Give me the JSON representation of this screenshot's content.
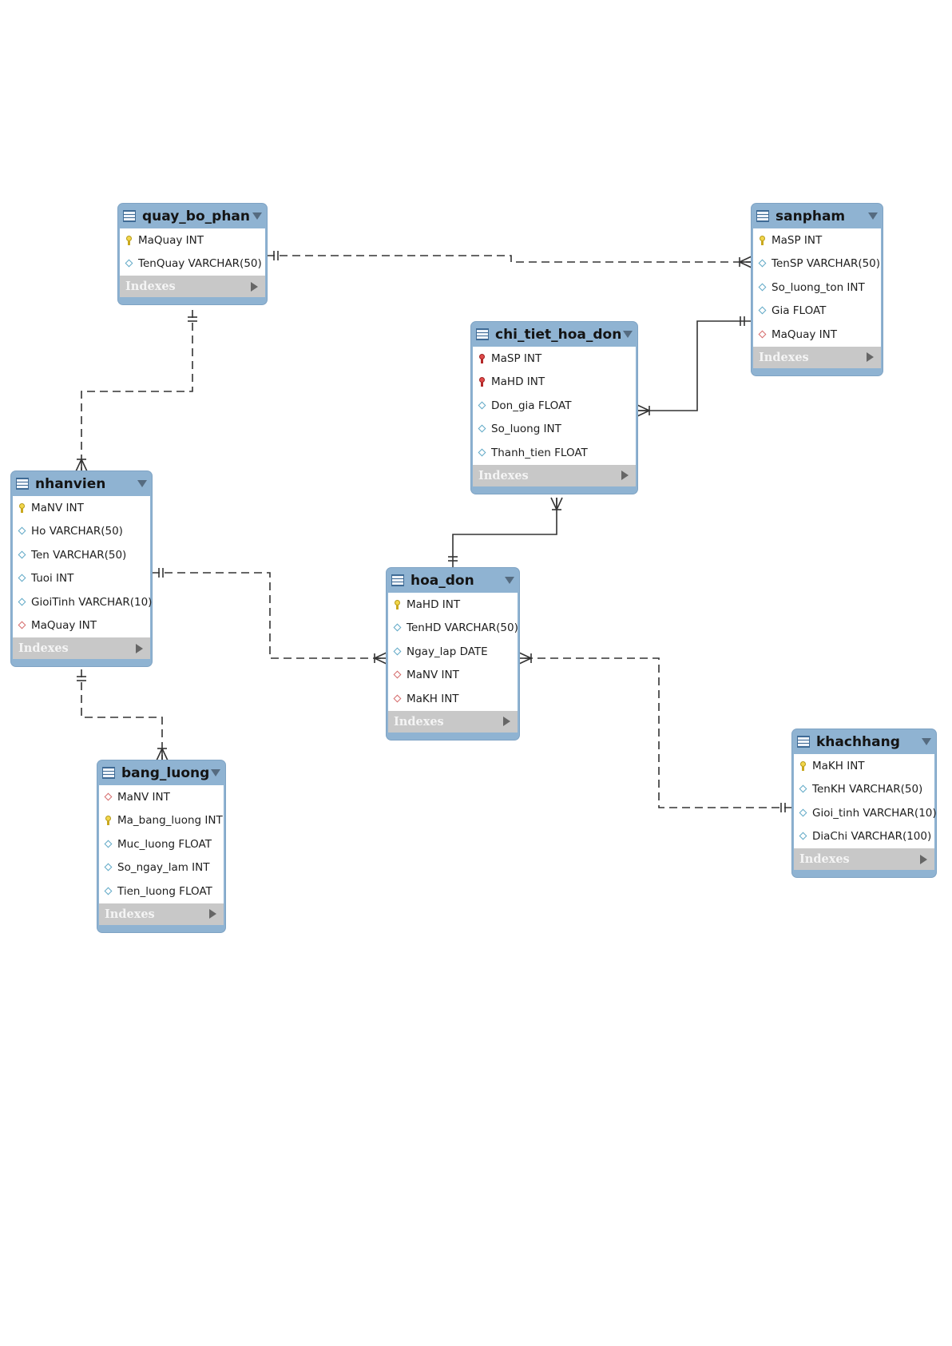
{
  "tables": [
    {
      "name": "quay_bo_phan",
      "columns": [
        {
          "kind": "pk",
          "text": "MaQuay INT"
        },
        {
          "kind": "attr",
          "text": "TenQuay VARCHAR(50)"
        }
      ],
      "indexes_label": "Indexes"
    },
    {
      "name": "sanpham",
      "columns": [
        {
          "kind": "pk",
          "text": "MaSP INT"
        },
        {
          "kind": "attr",
          "text": "TenSP VARCHAR(50)"
        },
        {
          "kind": "attr",
          "text": "So_luong_ton INT"
        },
        {
          "kind": "attr",
          "text": "Gia FLOAT"
        },
        {
          "kind": "fk",
          "text": "MaQuay INT"
        }
      ],
      "indexes_label": "Indexes"
    },
    {
      "name": "chi_tiet_hoa_don",
      "columns": [
        {
          "kind": "pfk",
          "text": "MaSP INT"
        },
        {
          "kind": "pfk",
          "text": "MaHD INT"
        },
        {
          "kind": "attr",
          "text": "Don_gia FLOAT"
        },
        {
          "kind": "attr",
          "text": "So_luong INT"
        },
        {
          "kind": "attr",
          "text": "Thanh_tien FLOAT"
        }
      ],
      "indexes_label": "Indexes"
    },
    {
      "name": "nhanvien",
      "columns": [
        {
          "kind": "pk",
          "text": "MaNV INT"
        },
        {
          "kind": "attr",
          "text": "Ho VARCHAR(50)"
        },
        {
          "kind": "attr",
          "text": "Ten VARCHAR(50)"
        },
        {
          "kind": "attr",
          "text": "Tuoi INT"
        },
        {
          "kind": "attr",
          "text": "GioiTinh VARCHAR(10)"
        },
        {
          "kind": "fk",
          "text": "MaQuay INT"
        }
      ],
      "indexes_label": "Indexes"
    },
    {
      "name": "hoa_don",
      "columns": [
        {
          "kind": "pk",
          "text": "MaHD INT"
        },
        {
          "kind": "attr",
          "text": "TenHD VARCHAR(50)"
        },
        {
          "kind": "attr",
          "text": "Ngay_lap DATE"
        },
        {
          "kind": "fk",
          "text": "MaNV INT"
        },
        {
          "kind": "fk",
          "text": "MaKH INT"
        }
      ],
      "indexes_label": "Indexes"
    },
    {
      "name": "khachhang",
      "columns": [
        {
          "kind": "pk",
          "text": "MaKH INT"
        },
        {
          "kind": "attr",
          "text": "TenKH VARCHAR(50)"
        },
        {
          "kind": "attr",
          "text": "Gioi_tinh VARCHAR(10)"
        },
        {
          "kind": "attr",
          "text": "DiaChi VARCHAR(100)"
        }
      ],
      "indexes_label": "Indexes"
    },
    {
      "name": "bang_luong",
      "columns": [
        {
          "kind": "fk",
          "text": "MaNV INT"
        },
        {
          "kind": "pk",
          "text": "Ma_bang_luong INT"
        },
        {
          "kind": "attr",
          "text": "Muc_luong FLOAT"
        },
        {
          "kind": "attr",
          "text": "So_ngay_lam INT"
        },
        {
          "kind": "attr",
          "text": "Tien_luong FLOAT"
        }
      ],
      "indexes_label": "Indexes"
    }
  ],
  "relationships": [
    {
      "from": "quay_bo_phan",
      "to": "sanpham",
      "from_end": "one",
      "to_end": "many",
      "identifying": false
    },
    {
      "from": "quay_bo_phan",
      "to": "nhanvien",
      "from_end": "one",
      "to_end": "many",
      "identifying": false
    },
    {
      "from": "sanpham",
      "to": "chi_tiet_hoa_don",
      "from_end": "one",
      "to_end": "many",
      "identifying": true
    },
    {
      "from": "hoa_don",
      "to": "chi_tiet_hoa_don",
      "from_end": "one",
      "to_end": "many",
      "identifying": true
    },
    {
      "from": "nhanvien",
      "to": "hoa_don",
      "from_end": "one",
      "to_end": "many",
      "identifying": false
    },
    {
      "from": "khachhang",
      "to": "hoa_don",
      "from_end": "one",
      "to_end": "many",
      "identifying": false
    },
    {
      "from": "nhanvien",
      "to": "bang_luong",
      "from_end": "one",
      "to_end": "many",
      "identifying": false
    }
  ]
}
